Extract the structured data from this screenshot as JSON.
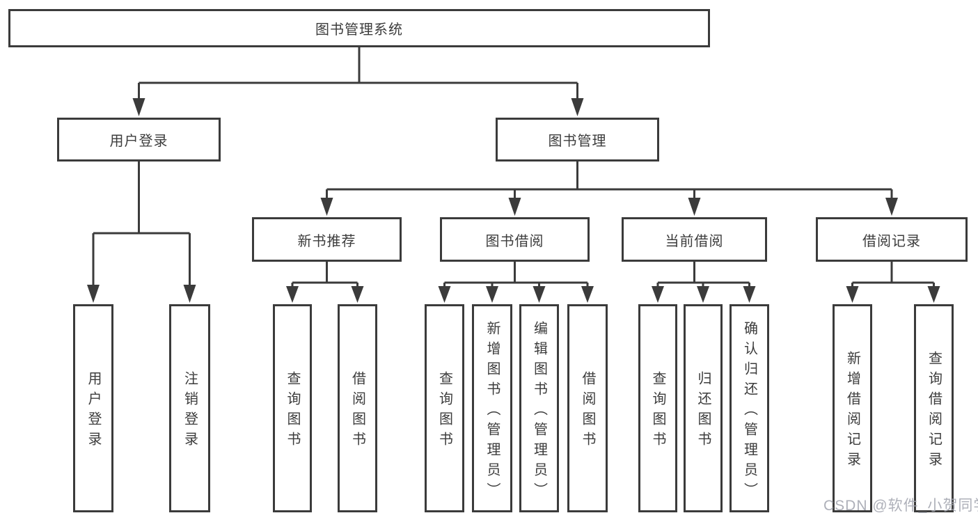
{
  "diagram": {
    "root": {
      "label": "图书管理系统"
    },
    "branches": [
      {
        "label": "用户登录",
        "children": [
          {
            "label": "用户登录"
          },
          {
            "label": "注销登录"
          }
        ]
      },
      {
        "label": "图书管理",
        "children": [
          {
            "label": "新书推荐",
            "children": [
              {
                "label": "查询图书"
              },
              {
                "label": "借阅图书"
              }
            ]
          },
          {
            "label": "图书借阅",
            "children": [
              {
                "label": "查询图书"
              },
              {
                "label": "新增图书（管理员）"
              },
              {
                "label": "编辑图书（管理员）"
              },
              {
                "label": "借阅图书"
              }
            ]
          },
          {
            "label": "当前借阅",
            "children": [
              {
                "label": "查询图书"
              },
              {
                "label": "归还图书"
              },
              {
                "label": "确认归还（管理员）"
              }
            ]
          },
          {
            "label": "借阅记录",
            "children": [
              {
                "label": "新增借阅记录"
              },
              {
                "label": "查询借阅记录"
              }
            ]
          }
        ]
      }
    ]
  },
  "watermark": {
    "text": "CSDN @软件_小贺同学"
  },
  "colors": {
    "line": "#3b3b3b",
    "text": "#3c3c3c",
    "background": "#ffffff",
    "watermark": "#a3a6b0"
  }
}
